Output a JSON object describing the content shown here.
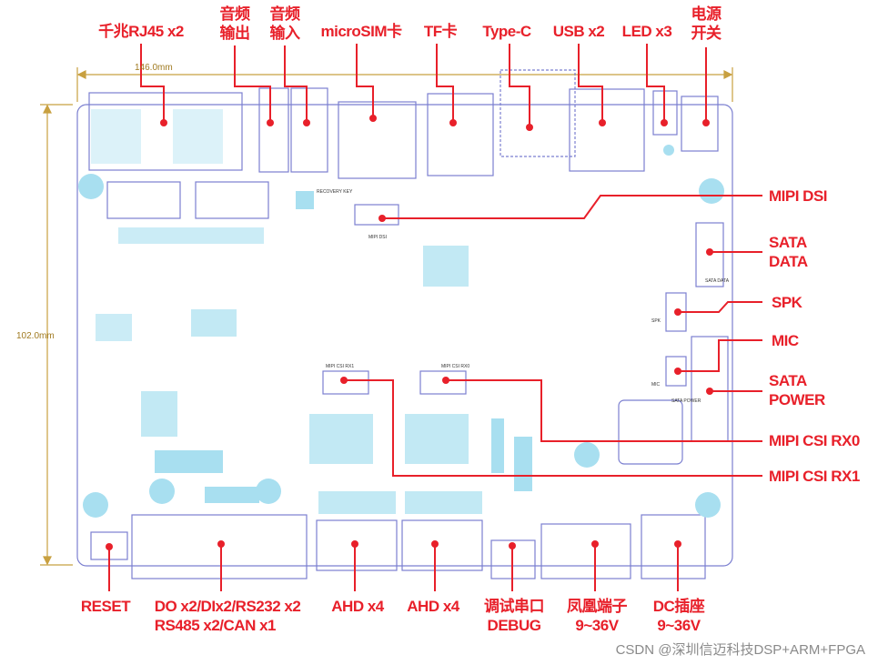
{
  "dimensions": {
    "width": "146.0mm",
    "height": "102.0mm"
  },
  "top_labels": [
    {
      "line1": "千兆RJ45 x2"
    },
    {
      "line1": "音频",
      "line2": "输出"
    },
    {
      "line1": "音频",
      "line2": "输入"
    },
    {
      "line1": "microSIM卡"
    },
    {
      "line1": "TF卡"
    },
    {
      "line1": "Type-C"
    },
    {
      "line1": "USB x2"
    },
    {
      "line1": "LED x3"
    },
    {
      "line1": "电源",
      "line2": "开关"
    }
  ],
  "right_labels": [
    {
      "line1": "MIPI DSI"
    },
    {
      "line1": "SATA",
      "line2": "DATA"
    },
    {
      "line1": "SPK"
    },
    {
      "line1": "MIC"
    },
    {
      "line1": "SATA",
      "line2": "POWER"
    },
    {
      "line1": "MIPI CSI RX0"
    },
    {
      "line1": "MIPI CSI RX1"
    }
  ],
  "bottom_labels": [
    {
      "line1": "RESET"
    },
    {
      "line1": "DO x2/DIx2/RS232 x2",
      "line2": "RS485 x2/CAN x1"
    },
    {
      "line1": "AHD x4"
    },
    {
      "line1": "AHD x4"
    },
    {
      "line1": "调试串口",
      "line2": "DEBUG"
    },
    {
      "line1": "凤凰端子",
      "line2": "9~36V"
    },
    {
      "line1": "DC插座",
      "line2": "9~36V"
    }
  ],
  "silkscreen": {
    "recovery": "RECOVERY KEY",
    "mipi_dsi": "MIPI DSI",
    "csi_rx1": "MIPI CSI RX1",
    "csi_rx0": "MIPI CSI RX0",
    "sata_data": "SATA DATA",
    "spk": "SPK",
    "mic": "MIC",
    "sata_power": "SATA POWER"
  },
  "watermark": "CSDN @深圳信迈科技DSP+ARM+FPGA",
  "colors": {
    "label": "#e8202a",
    "board": "#7b7fd0",
    "pad": "#a8dff0",
    "dimension": "#c8a040"
  }
}
